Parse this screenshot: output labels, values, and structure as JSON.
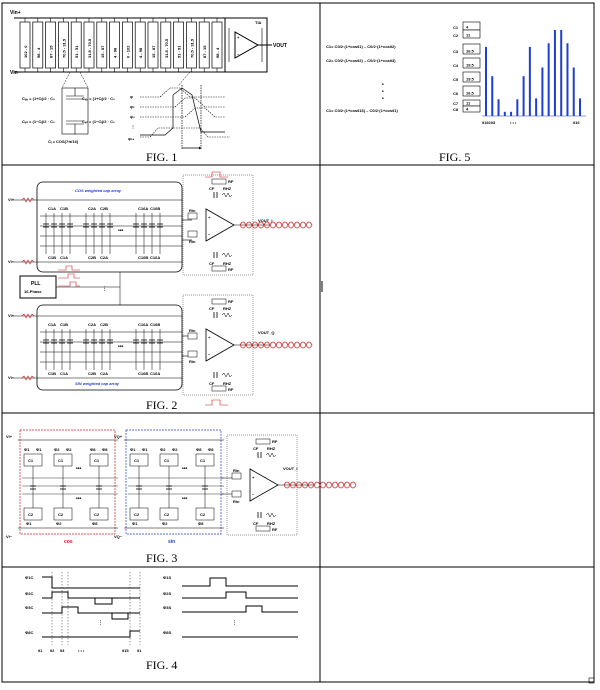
{
  "figures": {
    "fig1": {
      "caption": "FIG. 1",
      "vin_plus": "Vin+",
      "vin_minus": "Vin−",
      "tia": "TIA",
      "vout": "VOUT",
      "cap_values": [
        "102 - 0",
        "98 - 4",
        "87 - 15",
        "70.5 - 31.5",
        "51 - 51",
        "31.5 - 70.5",
        "15 - 87",
        "4 - 98",
        "0 - 102",
        "4 - 98",
        "15 - 87",
        "31.5 - 70.5",
        "51 - 51",
        "70.5 - 31.5",
        "87 - 15",
        "98 - 4"
      ],
      "equations": [
        "Cᵥₚ = (1+Cᵢ)/2 · C₀",
        "Cᵥₙ = (1−Cᵢ)/2 · C₀",
        "Cᵢ = COS(7π/16)"
      ],
      "phase_labels": [
        "φ",
        "φ₂",
        "φ₃",
        "⋮",
        "φ₁₆"
      ]
    },
    "fig2": {
      "caption": "FIG. 2",
      "cos_array": "COS weighted cap array",
      "sin_array": "SIN weighted cap array",
      "pll_title": "PLL",
      "pll_sub": "16-Phase",
      "vout_i": "VOUT_I",
      "vout_q": "VOUT_Q",
      "vi_plus": "Vi+",
      "vi_minus": "Vi−",
      "cap_labels": [
        "C1A",
        "C1B",
        "C2A",
        "C2B",
        "C16A",
        "C16B"
      ],
      "rin": "Rin",
      "rf": "RF",
      "cf": "CF",
      "rhz": "RHZ"
    },
    "fig3": {
      "caption": "FIG. 3",
      "vi_plus": "Vi+",
      "vi_minus": "Vi−",
      "vq_plus": "VQ+",
      "vq_minus": "VQ−",
      "cos": "cos",
      "sin": "sin",
      "vout_i": "VOUT_I",
      "cap_labels": [
        "C1",
        "C2",
        "C1",
        "C2"
      ],
      "phase_labels": [
        "Φ1",
        "Φ1",
        "Φ2",
        "Φ2",
        "Φ8",
        "Φ8"
      ]
    },
    "fig4": {
      "caption": "FIG. 4",
      "left_labels": [
        "Φ1C",
        "Φ2C",
        "Φ3C",
        "Φ8C"
      ],
      "right_labels": [
        "Φ1S",
        "Φ2S",
        "Φ3S",
        "Φ8S"
      ],
      "theta_left": [
        "θ1",
        "θ2",
        "θ3",
        "• • •"
      ],
      "theta_right": [
        "θ15",
        "θ1"
      ]
    },
    "fig5": {
      "caption": "FIG. 5",
      "equations": [
        "C1= C0/2·(1+cosθ1) – C0/2·(1+cosθ2)",
        "C2= C0/2·(1+cosθ2) – C0/2·(1+cosθ3)",
        "C1= C0/2·(1+cosθ16) – C0/2·(1+cosθ1)"
      ],
      "cap_names": [
        "C1",
        "C2",
        "C3",
        "C4",
        "C5",
        "C6",
        "C7",
        "C8"
      ],
      "cap_values": [
        "4",
        "11",
        "16.5",
        "19.5",
        "19.5",
        "16.5",
        "11",
        "4"
      ],
      "bar_heights": [
        4,
        11,
        16.5,
        19.5,
        19.5,
        16.5,
        11,
        4,
        4,
        11,
        16.5,
        19.5,
        19.5,
        16.5,
        11,
        4
      ],
      "theta_start": "θ1θ2θ3",
      "theta_dots": "• • •",
      "theta_end": "θ16"
    }
  }
}
